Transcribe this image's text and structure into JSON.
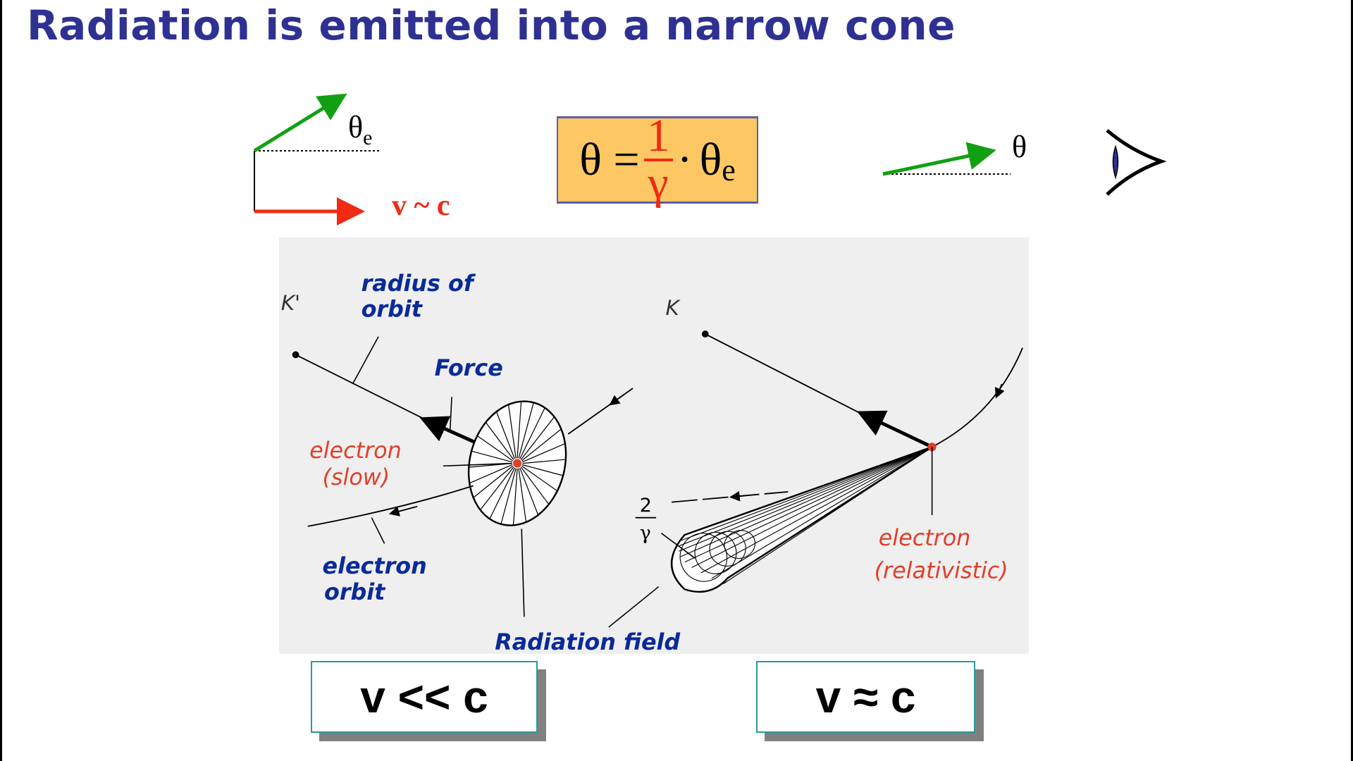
{
  "slide": {
    "title": "Radiation is emitted into a narrow cone"
  },
  "top_left_diagram": {
    "theta_e": "θ",
    "theta_e_sub": "e",
    "velocity_label": "v ~ c"
  },
  "formula": {
    "lhs": "θ =",
    "numerator": "1",
    "denominator": "γ",
    "dot": "·",
    "theta": "θ",
    "sub": "e"
  },
  "observer": {
    "theta": "θ"
  },
  "figure": {
    "left": {
      "frame": "K'",
      "radius_line1": "radius of",
      "radius_line2": "orbit",
      "force": "Force",
      "electron_line1": "electron",
      "electron_line2": "(slow)",
      "orbit_line1": "electron",
      "orbit_line2": "orbit"
    },
    "right": {
      "frame": "K",
      "angle_num": "2",
      "angle_den": "γ",
      "electron_line1": "electron",
      "electron_line2": "(relativistic)"
    },
    "radiation_field": "Radiation field"
  },
  "comparison": {
    "slow": "v << c",
    "fast": "v ≈ c"
  },
  "colors": {
    "title": "#2e3192",
    "formula_bg": "#fdc864",
    "green": "#12a012",
    "red": "#f02a14",
    "hand_blue": "#0a2a9a",
    "hand_red": "#e0402a",
    "box_border": "#2b9a9a"
  }
}
